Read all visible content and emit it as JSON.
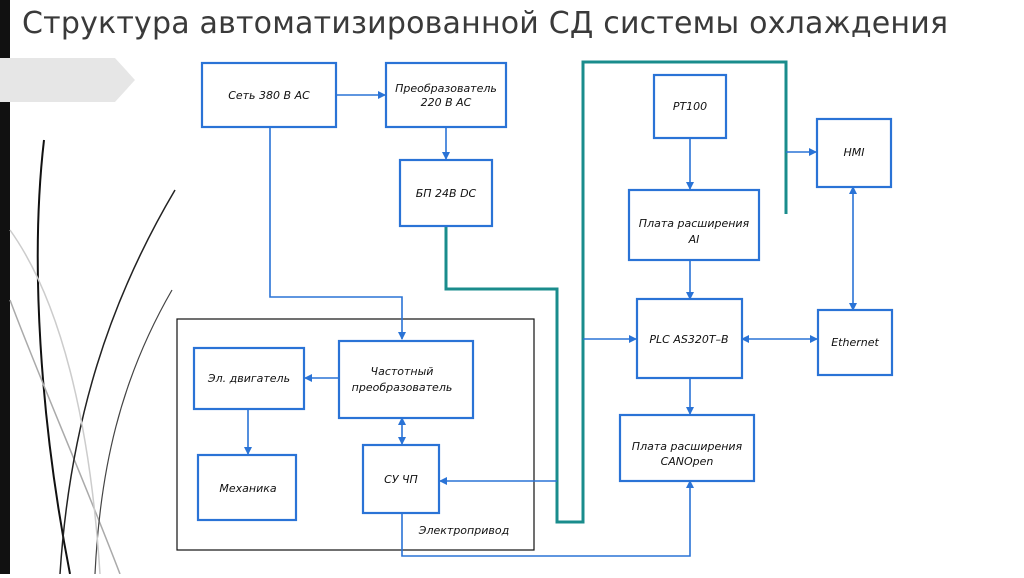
{
  "slide": {
    "title": "Структура автоматизированной СД системы охлаждения"
  },
  "diagram": {
    "nodes": {
      "net380": "Сеть 380 В АС",
      "conv220_line1": "Преобразователь",
      "conv220_line2": "220 В АС",
      "psu24": "БП 24В DC",
      "pt100": "PT100",
      "ai_line1": "Плата расширения",
      "ai_line2": "AI",
      "hmi": "HMI",
      "plc": "PLC AS320T–B",
      "ethernet": "Ethernet",
      "vfd_line1": "Частотный",
      "vfd_line2": "преобразователь",
      "motor": "Эл. двигатель",
      "mech": "Механика",
      "vfd_ctrl": "СУ ЧП",
      "canopen_line1": "Плата расширения",
      "canopen_line2": "CANOpen"
    },
    "group_label": "Электропривод",
    "colors": {
      "box": "#2a73d6",
      "bus": "#1a8c8c",
      "group": "#111111"
    }
  }
}
